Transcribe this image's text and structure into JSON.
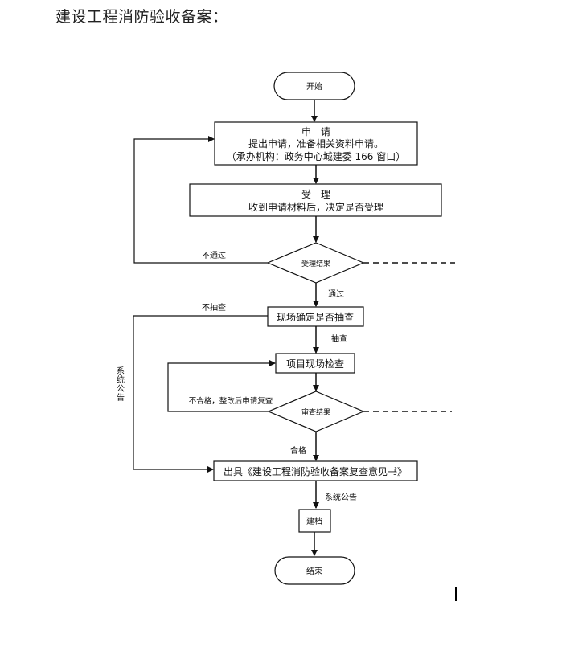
{
  "page": {
    "title": "建设工程消防验收备案："
  },
  "flowchart": {
    "start": "开始",
    "apply": {
      "title": "申　请",
      "line1": "提出申请，准备相关资料申请。",
      "line2": "（承办机构：政务中心城建委 166 窗口）"
    },
    "accept": {
      "title": "受　理",
      "line1": "收到申请材料后，决定是否受理"
    },
    "accept_decision": "受理结果",
    "not_pass_label": "不通过",
    "pass_label": "通过",
    "sampling_decision": "现场确定是否抽查",
    "no_sampling_label": "不抽查",
    "sampling_label": "抽查",
    "site_inspection": "项目现场检查",
    "review_decision": "审查结果",
    "fail_label": "不合格，整改后申请复查",
    "qualified_label": "合格",
    "system_notice_vertical": "系统公告",
    "issue_opinion": "出具《建设工程消防验收备案复查意见书》",
    "system_notice_label": "系统公告",
    "archive": "建档",
    "end": "结束"
  }
}
